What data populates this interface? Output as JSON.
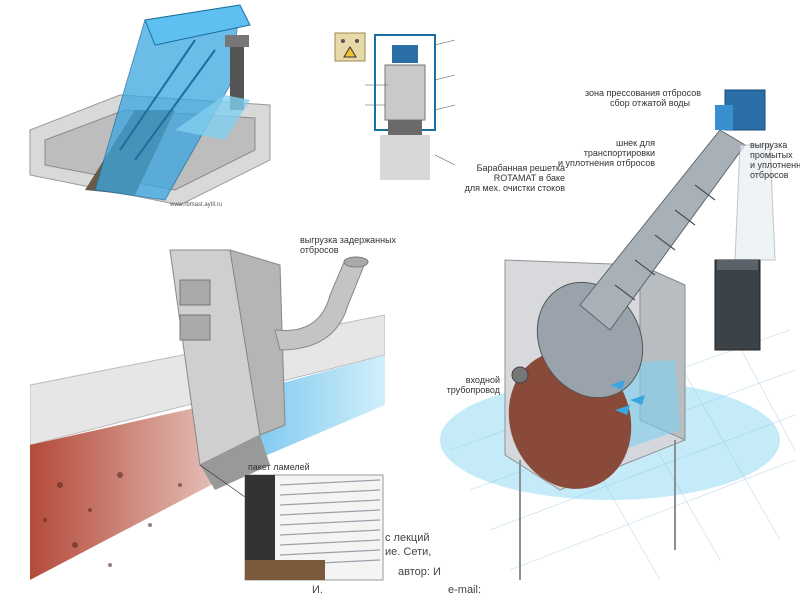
{
  "figure1": {
    "credit": "www.rbmast.aytil.ru"
  },
  "figure3": {
    "label_discharge": "выгрузка задержанных\nотбросов",
    "label_lamella": "пакет ламелей"
  },
  "figure4": {
    "label_press_zone": "зона прессования отбросов\nсбор отжатой воды",
    "label_screw": "шнек для\nтранспортировки\nи уплотнения отбросов",
    "label_drum": "Барабанная решетка\nROTAMAT в баке\nдля мех. очистки стоков",
    "label_discharge_wash": "выгрузка\nпромытых\nи уплотненных\nотбросов",
    "label_inlet": "входной\nтрубопровод"
  },
  "footer": {
    "line1": "с лекций",
    "line2": "ие. Сети,",
    "line3": "автор: И",
    "line4": "И.",
    "line5": "e-mail:",
    "line6": "..."
  },
  "colors": {
    "accent_blue": "#3aa6e0",
    "steel": "#9aa3ab",
    "water": "#7fd0f0",
    "sludge": "#b44a3a"
  }
}
